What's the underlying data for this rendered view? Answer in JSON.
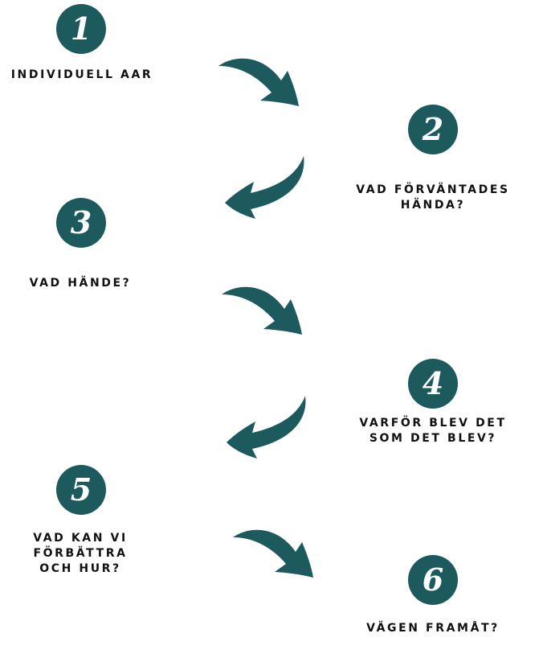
{
  "accent_color": "#1d5a5d",
  "steps": [
    {
      "number": "1",
      "label": "INDIVIDUELL AAR"
    },
    {
      "number": "2",
      "label": "VAD FÖRVÄNTADES\nHÄNDA?"
    },
    {
      "number": "3",
      "label": "VAD HÄNDE?"
    },
    {
      "number": "4",
      "label": "VARFÖR BLEV DET\nSOM DET BLEV?"
    },
    {
      "number": "5",
      "label": "VAD KAN VI\nFÖRBÄTTRA\nOCH HUR?"
    },
    {
      "number": "6",
      "label": "VÄGEN FRAMÅT?"
    }
  ],
  "arrows": [
    {
      "from": "1",
      "to": "2",
      "icon": "curved-arrow-right-icon"
    },
    {
      "from": "2",
      "to": "3",
      "icon": "curved-arrow-left-icon"
    },
    {
      "from": "3",
      "to": "4",
      "icon": "curved-arrow-right-icon"
    },
    {
      "from": "4",
      "to": "5",
      "icon": "curved-arrow-left-icon"
    },
    {
      "from": "5",
      "to": "6",
      "icon": "curved-arrow-right-icon"
    }
  ]
}
